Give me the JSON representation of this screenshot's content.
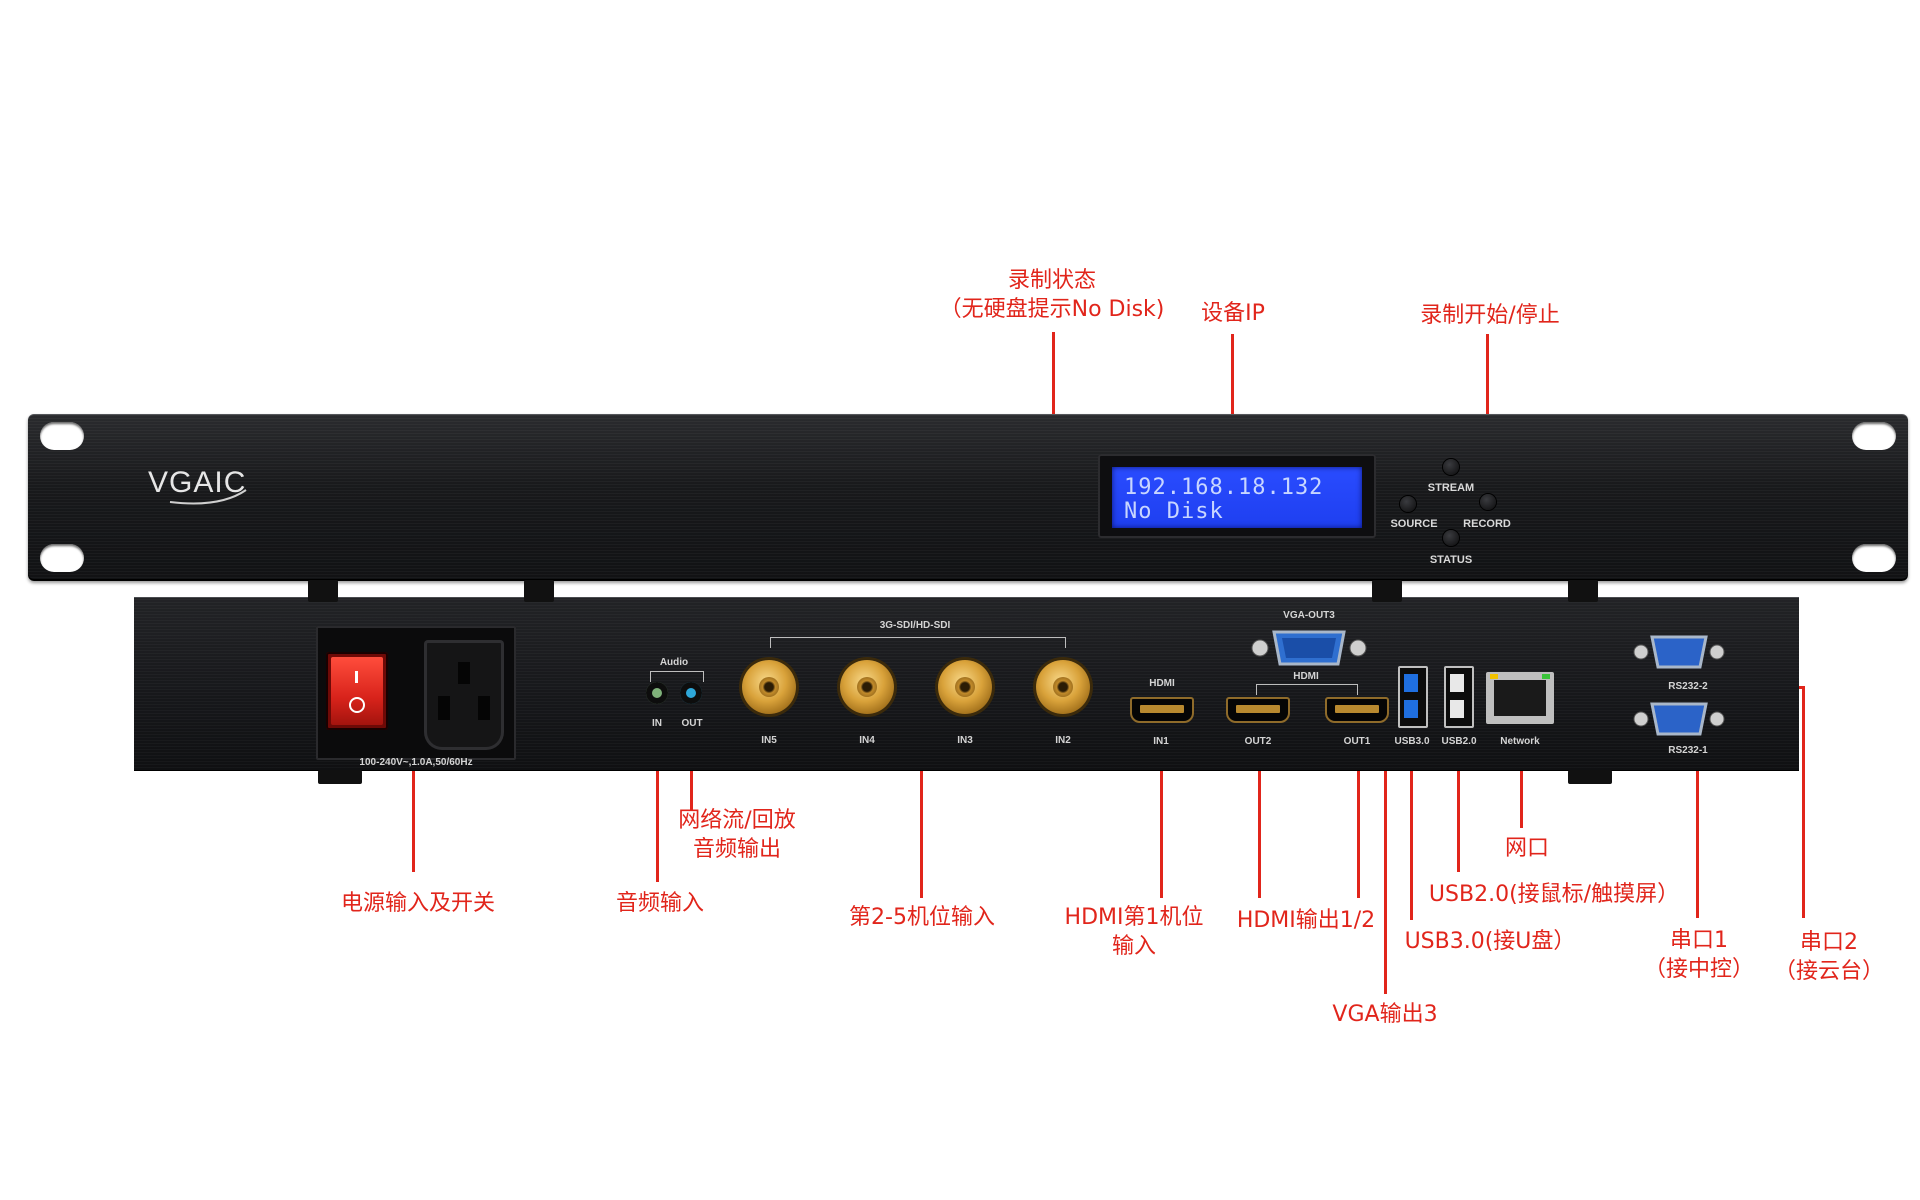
{
  "annotations": {
    "recording_status_line1": "录制状态",
    "recording_status_line2": "（无硬盘提示No Disk)",
    "device_ip": "设备IP",
    "record_start_stop": "录制开始/停止",
    "power": "电源输入及开关",
    "audio_in": "音频输入",
    "audio_out_line1": "网络流/回放",
    "audio_out_line2": "音频输出",
    "sdi_inputs": "第2-5机位输入",
    "hdmi_in_line1": "HDMI第1机位",
    "hdmi_in_line2": "输入",
    "hdmi_out": "HDMI输出1/2",
    "vga_out": "VGA输出3",
    "usb3": "USB3.0(接U盘）",
    "usb2": "USB2.0(接鼠标/触摸屏）",
    "network": "网口",
    "serial1_line1": "串口1",
    "serial1_line2": "（接中控）",
    "serial2_line1": "串口2",
    "serial2_line2": "（接云台）"
  },
  "front_panel": {
    "logo": "VGAIC",
    "lcd_line1": "192.168.18.132",
    "lcd_line2": "No Disk",
    "buttons": {
      "stream": "STREAM",
      "source": "SOURCE",
      "record": "RECORD",
      "status": "STATUS"
    }
  },
  "rear_panel": {
    "power_rating": "100-240V~,1.0A,50/60Hz",
    "audio_group": "Audio",
    "audio_in": "IN",
    "audio_out": "OUT",
    "sdi_group": "3G-SDI/HD-SDI",
    "sdi_ports": [
      "IN5",
      "IN4",
      "IN3",
      "IN2"
    ],
    "hdmi_in_group": "HDMI",
    "hdmi_in": "IN1",
    "hdmi_out_group": "HDMI",
    "hdmi_out2": "OUT2",
    "hdmi_out1": "OUT1",
    "vga": "VGA-OUT3",
    "usb3": "USB3.0",
    "usb2": "USB2.0",
    "network": "Network",
    "rs232_2": "RS232-2",
    "rs232_1": "RS232-1"
  },
  "colors": {
    "annotation": "#e1251b",
    "lcd_background": "#2442f5",
    "panel": "#1a1b1e",
    "bnc_gold": "#d9a23a",
    "power_switch": "#d8231b"
  }
}
